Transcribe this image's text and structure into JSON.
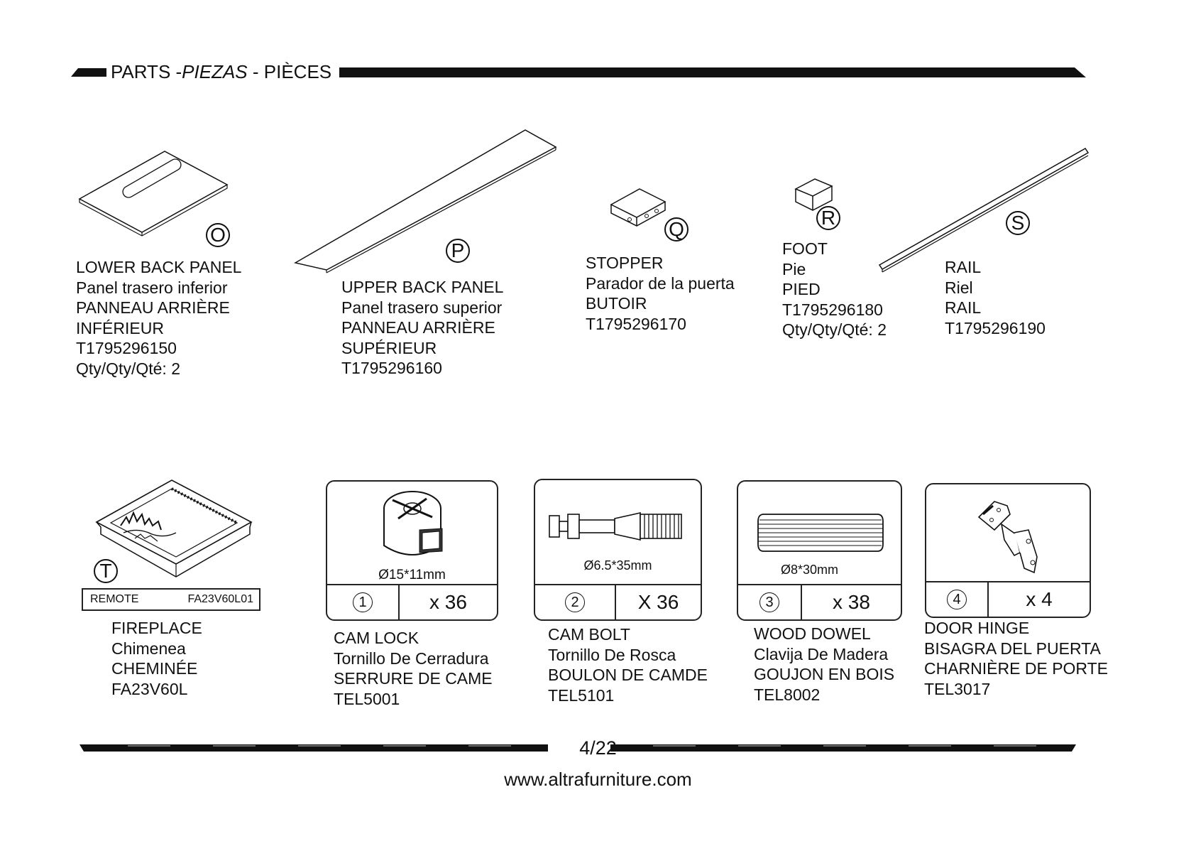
{
  "header": {
    "title_prefix": "PARTS -",
    "title_italic": "PIEZAS",
    "title_suffix": " - PIÈCES"
  },
  "parts": {
    "O": {
      "letter": "O",
      "lines": [
        "LOWER BACK PANEL",
        "Panel trasero inferior",
        "PANNEAU ARRIÈRE",
        "INFÉRIEUR",
        "T1795296150",
        "Qty/Qty/Qté: 2"
      ]
    },
    "P": {
      "letter": "P",
      "lines": [
        "UPPER BACK PANEL",
        "Panel trasero superior",
        "PANNEAU ARRIÈRE",
        "SUPÉRIEUR",
        "T1795296160"
      ]
    },
    "Q": {
      "letter": "Q",
      "lines": [
        "STOPPER",
        "Parador de la puerta",
        "BUTOIR",
        "T1795296170"
      ]
    },
    "R": {
      "letter": "R",
      "lines": [
        "FOOT",
        "Pie",
        "PIED",
        "T1795296180",
        "Qty/Qty/Qté: 2"
      ]
    },
    "S": {
      "letter": "S",
      "lines": [
        "RAIL",
        "Riel",
        "RAIL",
        "T1795296190"
      ]
    },
    "T": {
      "letter": "T",
      "remote_label": "REMOTE",
      "remote_code": "FA23V60L01",
      "lines": [
        "FIREPLACE",
        "Chimenea",
        "CHEMINÉE",
        "FA23V60L"
      ]
    }
  },
  "hardware": [
    {
      "num": "1",
      "dimension": "Ø15*11mm",
      "qty": "x 36",
      "lines": [
        "CAM LOCK",
        "Tornillo De Cerradura",
        "SERRURE DE CAME",
        "TEL5001"
      ]
    },
    {
      "num": "2",
      "dimension": "Ø6.5*35mm",
      "qty": "X 36",
      "lines": [
        "CAM BOLT",
        "Tornillo De Rosca",
        "BOULON DE CAMDE",
        "TEL5101"
      ]
    },
    {
      "num": "3",
      "dimension": "Ø8*30mm",
      "qty": "x 38",
      "lines": [
        "WOOD DOWEL",
        "Clavija De Madera",
        "GOUJON EN BOIS",
        "TEL8002"
      ]
    },
    {
      "num": "4",
      "dimension": "",
      "qty": "x 4",
      "lines": [
        "DOOR HINGE",
        "BISAGRA DEL PUERTA",
        "CHARNIÈRE DE PORTE",
        "TEL3017"
      ]
    }
  ],
  "footer": {
    "page": "4/22",
    "website": "www.altrafurniture.com"
  }
}
